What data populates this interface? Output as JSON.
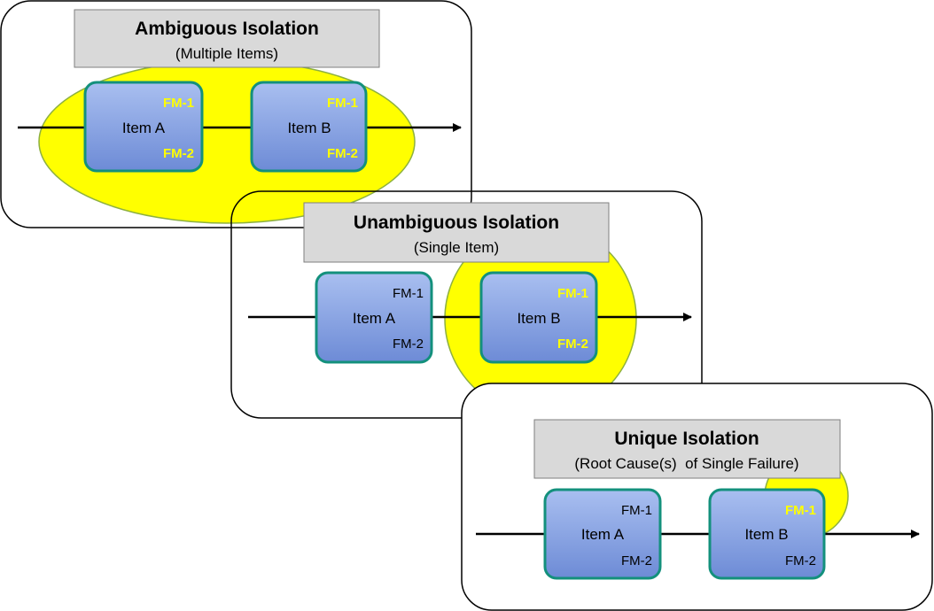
{
  "colors": {
    "highlight": "#ffff00",
    "highlight_stroke": "#8db040",
    "box_fill_top": "#a9bff0",
    "box_fill_bottom": "#6d8bd6",
    "box_stroke": "#13907c",
    "title_fill": "#d9d9d9",
    "fm_highlight_text": "#ffff00",
    "line": "#000000"
  },
  "panels": [
    {
      "title": "Ambiguous Isolation",
      "subtitle": "(Multiple Items)",
      "items": [
        {
          "label": "Item A",
          "fm1": "FM-1",
          "fm2": "FM-2",
          "fm1_highlight": true,
          "fm2_highlight": true
        },
        {
          "label": "Item B",
          "fm1": "FM-1",
          "fm2": "FM-2",
          "fm1_highlight": true,
          "fm2_highlight": true
        }
      ]
    },
    {
      "title": "Unambiguous Isolation",
      "subtitle": "(Single Item)",
      "items": [
        {
          "label": "Item A",
          "fm1": "FM-1",
          "fm2": "FM-2",
          "fm1_highlight": false,
          "fm2_highlight": false
        },
        {
          "label": "Item B",
          "fm1": "FM-1",
          "fm2": "FM-2",
          "fm1_highlight": true,
          "fm2_highlight": true
        }
      ]
    },
    {
      "title": "Unique Isolation",
      "subtitle": "(Root Cause(s)  of Single Failure)",
      "items": [
        {
          "label": "Item A",
          "fm1": "FM-1",
          "fm2": "FM-2",
          "fm1_highlight": false,
          "fm2_highlight": false
        },
        {
          "label": "Item B",
          "fm1": "FM-1",
          "fm2": "FM-2",
          "fm1_highlight": true,
          "fm2_highlight": false
        }
      ]
    }
  ]
}
